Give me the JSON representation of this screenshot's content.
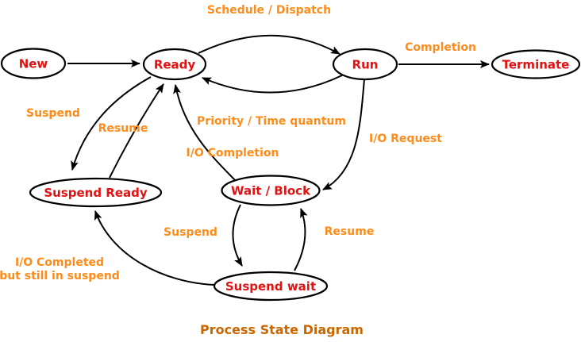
{
  "title": "Process State Diagram",
  "colors": {
    "state_text": "#e01212",
    "transition_text": "#ff8c1a",
    "title_text": "#cc6600",
    "line": "#000000",
    "background": "#ffffff"
  },
  "diagram": {
    "nodes": [
      {
        "id": "new",
        "label": "New"
      },
      {
        "id": "ready",
        "label": "Ready"
      },
      {
        "id": "run",
        "label": "Run"
      },
      {
        "id": "terminate",
        "label": "Terminate"
      },
      {
        "id": "suspend-ready",
        "label": "Suspend Ready"
      },
      {
        "id": "wait-block",
        "label": "Wait / Block"
      },
      {
        "id": "suspend-wait",
        "label": "Suspend wait"
      }
    ],
    "edges": [
      {
        "id": "admit",
        "from": "New",
        "to": "Ready"
      },
      {
        "id": "schedule-dispatch",
        "from": "Ready",
        "to": "Run",
        "label": "Schedule / Dispatch"
      },
      {
        "id": "completion",
        "from": "Run",
        "to": "Terminate",
        "label": "Completion"
      },
      {
        "id": "priority-time-quantum",
        "from": "Run",
        "to": "Ready",
        "label": "Priority / Time quantum"
      },
      {
        "id": "io-request",
        "from": "Run",
        "to": "Wait / Block",
        "label": "I/O Request"
      },
      {
        "id": "io-completion",
        "from": "Wait / Block",
        "to": "Ready",
        "label": "I/O Completion"
      },
      {
        "id": "suspend-to-suspend-ready",
        "from": "Ready",
        "to": "Suspend Ready",
        "label": "Suspend"
      },
      {
        "id": "resume-to-ready",
        "from": "Suspend Ready",
        "to": "Ready",
        "label": "Resume"
      },
      {
        "id": "suspend-to-suspend-wait",
        "from": "Wait / Block",
        "to": "Suspend wait",
        "label": "Suspend"
      },
      {
        "id": "resume-to-wait-block",
        "from": "Suspend wait",
        "to": "Wait / Block",
        "label": "Resume"
      },
      {
        "id": "io-completed-suspend",
        "from": "Suspend wait",
        "to": "Suspend Ready",
        "label": "I/O Completed",
        "label2": "but still in suspend"
      }
    ]
  }
}
